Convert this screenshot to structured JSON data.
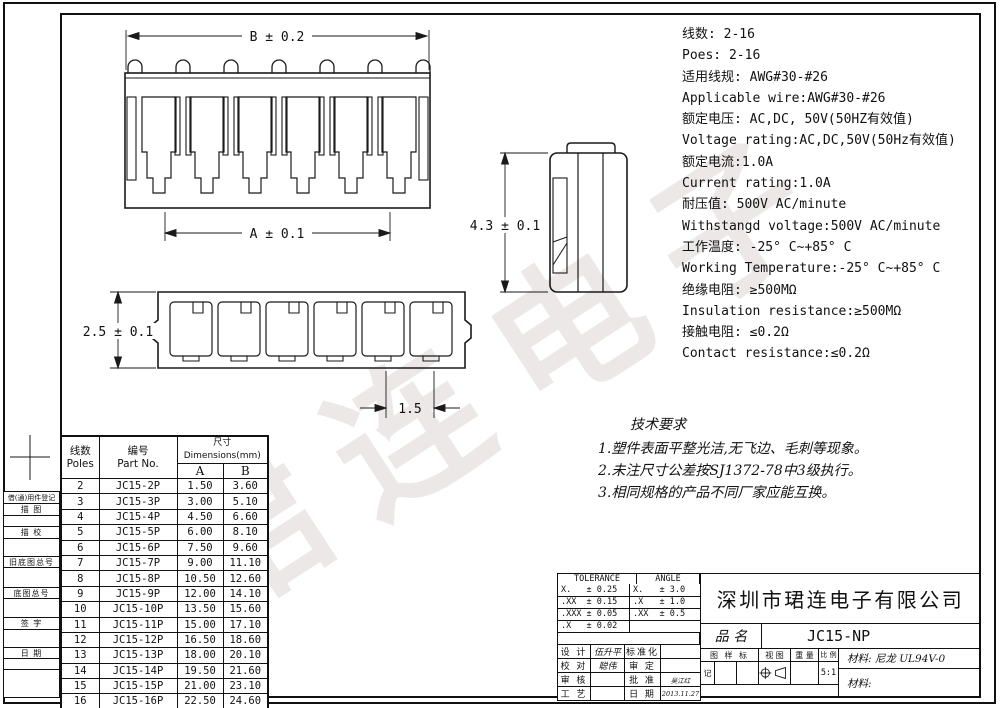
{
  "watermark": {
    "text": "珺连电子"
  },
  "specs": {
    "lines": [
      "线数: 2-16",
      "Poes: 2-16",
      "适用线规: AWG#30-#26",
      "Applicable wire:AWG#30-#26",
      "额定电压: AC,DC, 50V(50HZ有效值)",
      "Voltage rating:AC,DC,50V(50Hz有效值)",
      "额定电流:1.0A",
      "Current rating:1.0A",
      "耐压值: 500V AC/minute",
      "Withstangd voltage:500V AC/minute",
      "工作温度: -25° C~+85° C",
      "Working Temperature:-25° C~+85° C",
      "绝缘电阻: ≥500MΩ",
      "Insulation resistance:≥500MΩ",
      "接触电阻: ≤0.2Ω",
      "Contact resistance:≤0.2Ω"
    ]
  },
  "tech_requirements": {
    "title": "技术要求",
    "items": [
      "1.塑件表面平整光洁,无飞边、毛刺等现象。",
      "2.未注尺寸公差按SJ1372-78中3级执行。",
      "3.相同规格的产品不同厂家应能互换。"
    ]
  },
  "dims": {
    "front_width": "B ± 0.2",
    "front_inner": "A ± 0.1",
    "side_height": "4.3 ± 0.1",
    "bottom_height": "2.5 ± 0.1",
    "pitch": "1.5"
  },
  "poles_table": {
    "header": {
      "col1_cn": "线数",
      "col1_en": "Poles",
      "col2_cn": "编号",
      "col2_en": "Part No.",
      "col3": "尺寸Dimensions(mm)",
      "colA": "A",
      "colB": "B"
    },
    "rows": [
      [
        "2",
        "JC15-2P",
        "1.50",
        "3.60"
      ],
      [
        "3",
        "JC15-3P",
        "3.00",
        "5.10"
      ],
      [
        "4",
        "JC15-4P",
        "4.50",
        "6.60"
      ],
      [
        "5",
        "JC15-5P",
        "6.00",
        "8.10"
      ],
      [
        "6",
        "JC15-6P",
        "7.50",
        "9.60"
      ],
      [
        "7",
        "JC15-7P",
        "9.00",
        "11.10"
      ],
      [
        "8",
        "JC15-8P",
        "10.50",
        "12.60"
      ],
      [
        "9",
        "JC15-9P",
        "12.00",
        "14.10"
      ],
      [
        "10",
        "JC15-10P",
        "13.50",
        "15.60"
      ],
      [
        "11",
        "JC15-11P",
        "15.00",
        "17.10"
      ],
      [
        "12",
        "JC15-12P",
        "16.50",
        "18.60"
      ],
      [
        "13",
        "JC15-13P",
        "18.00",
        "20.10"
      ],
      [
        "14",
        "JC15-14P",
        "19.50",
        "21.60"
      ],
      [
        "15",
        "JC15-15P",
        "21.00",
        "23.10"
      ],
      [
        "16",
        "JC15-16P",
        "22.50",
        "24.60"
      ]
    ]
  },
  "left_strip": {
    "labels": [
      "借(通)用件登记",
      "描 图",
      "描 校",
      "旧底图总号",
      "底图总号",
      "签 字",
      "日 期"
    ]
  },
  "title_block": {
    "tolerance": {
      "title": "TOLERANCE",
      "angle_title": "ANGLE",
      "rows": [
        [
          "X.",
          "± 0.25",
          "X.",
          "± 3.0"
        ],
        [
          ".XX",
          "± 0.15",
          ".X",
          "± 1.0"
        ],
        [
          ".XXX",
          "± 0.05",
          ".XX",
          "± 0.5"
        ],
        [
          ".X",
          "± 0.02",
          "",
          ""
        ]
      ]
    },
    "sign_rows": [
      [
        "设 计",
        "伍升平",
        "标准化",
        ""
      ],
      [
        "校 对",
        "聪伟",
        "审 定",
        ""
      ],
      [
        "审 核",
        "",
        "批 准",
        "吴江红"
      ],
      [
        "工 艺",
        "",
        "日 期",
        "2013.11.27"
      ]
    ],
    "company": "深圳市珺连电子有限公司",
    "part_label": "品 名",
    "part_value": "JC15-NP",
    "stamp": {
      "mark": "图 样 标",
      "mark2": "记",
      "view": "视 图",
      "weight": "重 量",
      "scale": "比 例",
      "scale_value": "5:1"
    },
    "materials": [
      "材料: 尼龙 UL94V-0",
      "材料:"
    ]
  }
}
